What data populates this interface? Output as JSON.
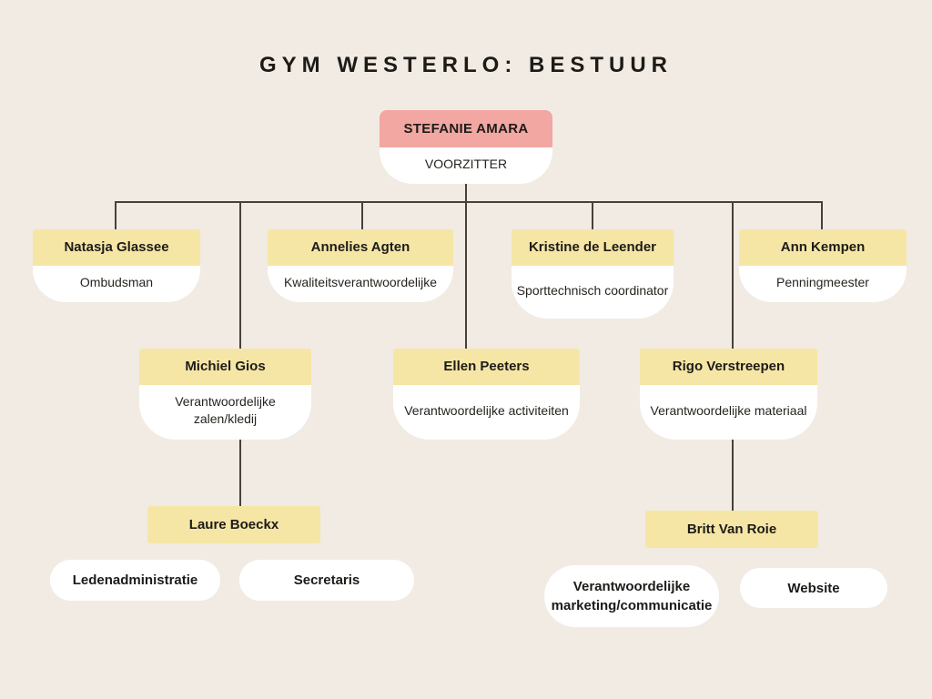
{
  "title": "GYM WESTERLO: BESTUUR",
  "org": {
    "root": {
      "name": "STEFANIE AMARA",
      "role": "VOORZITTER"
    },
    "level2": [
      {
        "name": "Natasja Glassee",
        "role": "Ombudsman"
      },
      {
        "name": "Annelies Agten",
        "role": "Kwaliteitsverantwoordelijke"
      },
      {
        "name": "Kristine de Leender",
        "role": "Sporttechnisch coordinator"
      },
      {
        "name": "Ann Kempen",
        "role": "Penningmeester"
      }
    ],
    "level3": [
      {
        "name": "Michiel Gios",
        "role": "Verantwoordelijke zalen/kledij"
      },
      {
        "name": "Ellen Peeters",
        "role": "Verantwoordelijke activiteiten"
      },
      {
        "name": "Rigo Verstreepen",
        "role": "Verantwoordelijke materiaal"
      }
    ],
    "level4": [
      {
        "name": "Laure Boeckx"
      },
      {
        "name": "Britt Van Roie"
      }
    ],
    "pills": [
      {
        "label": "Ledenadministratie"
      },
      {
        "label": "Secretaris"
      },
      {
        "label": "Verantwoordelijke marketing/communicatie"
      },
      {
        "label": "Website"
      }
    ]
  },
  "colors": {
    "background": "#F1EBE3",
    "accent_pink": "#F2A7A2",
    "accent_yellow": "#F5E6A6",
    "card_white": "#FFFFFF",
    "line": "#46413B",
    "text": "#1D1B18"
  }
}
